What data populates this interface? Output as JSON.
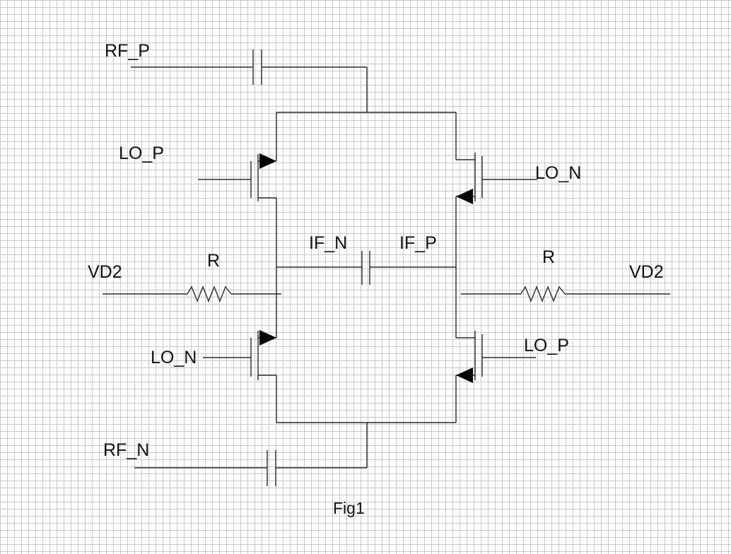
{
  "labels": {
    "rf_p": "RF_P",
    "rf_n": "RF_N",
    "lo_p_left": "LO_P",
    "lo_n_left": "LO_N",
    "lo_n_right": "LO_N",
    "lo_p_right": "LO_P",
    "if_n": "IF_N",
    "if_p": "IF_P",
    "r_left": "R",
    "r_right": "R",
    "vd2_left": "VD2",
    "vd2_right": "VD2"
  },
  "caption": "Fig1"
}
